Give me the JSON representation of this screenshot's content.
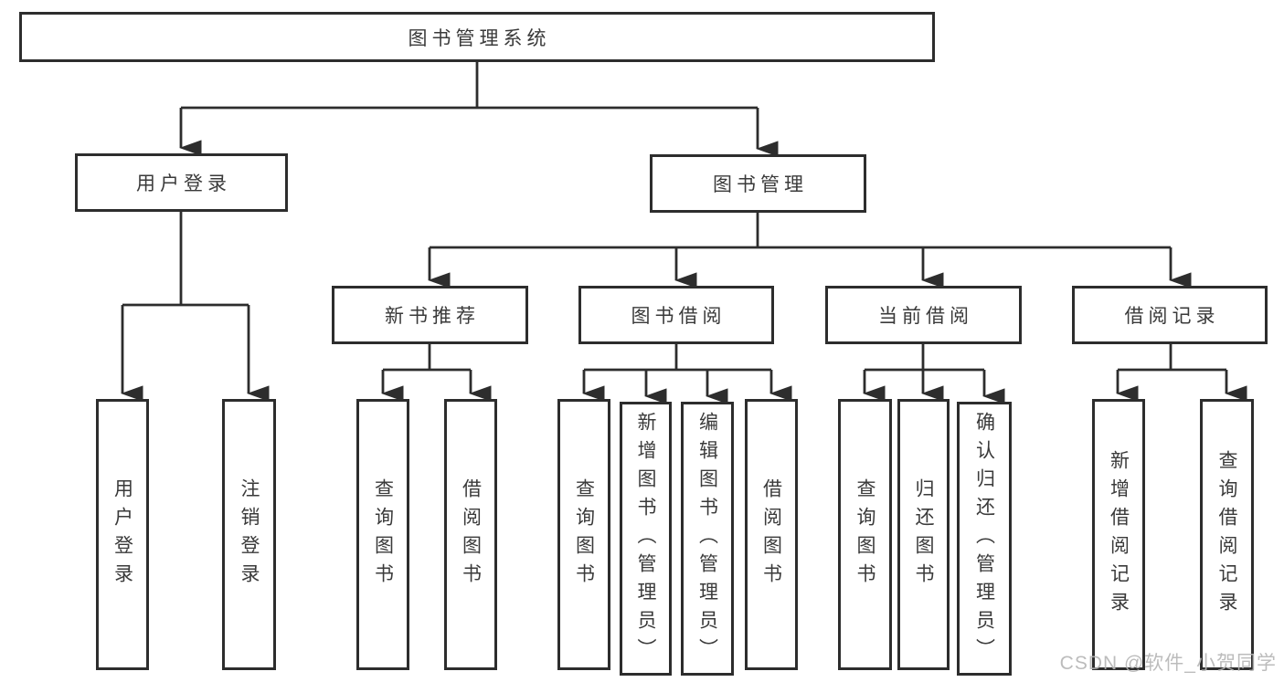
{
  "diagram": {
    "title_node": {
      "label": "图书管理系统"
    },
    "level2": [
      {
        "label": "用户登录"
      },
      {
        "label": "图书管理"
      }
    ],
    "level3": [
      {
        "label": "新书推荐"
      },
      {
        "label": "图书借阅"
      },
      {
        "label": "当前借阅"
      },
      {
        "label": "借阅记录"
      }
    ],
    "leaves": [
      {
        "label": "用户登录"
      },
      {
        "label": "注销登录"
      },
      {
        "label": "查询图书"
      },
      {
        "label": "借阅图书"
      },
      {
        "label": "查询图书"
      },
      {
        "label": "新增图书（管理员）"
      },
      {
        "label": "编辑图书（管理员）"
      },
      {
        "label": "借阅图书"
      },
      {
        "label": "查询图书"
      },
      {
        "label": "归还图书"
      },
      {
        "label": "确认归还（管理员）"
      },
      {
        "label": "新增借阅记录"
      },
      {
        "label": "查询借阅记录"
      }
    ],
    "colors": {
      "line": "#2d2d2d",
      "text": "#3a3a3a",
      "watermark": "#b5b5b5",
      "background": "#ffffff"
    }
  },
  "watermark": {
    "text": "CSDN @软件_小贺同学"
  }
}
